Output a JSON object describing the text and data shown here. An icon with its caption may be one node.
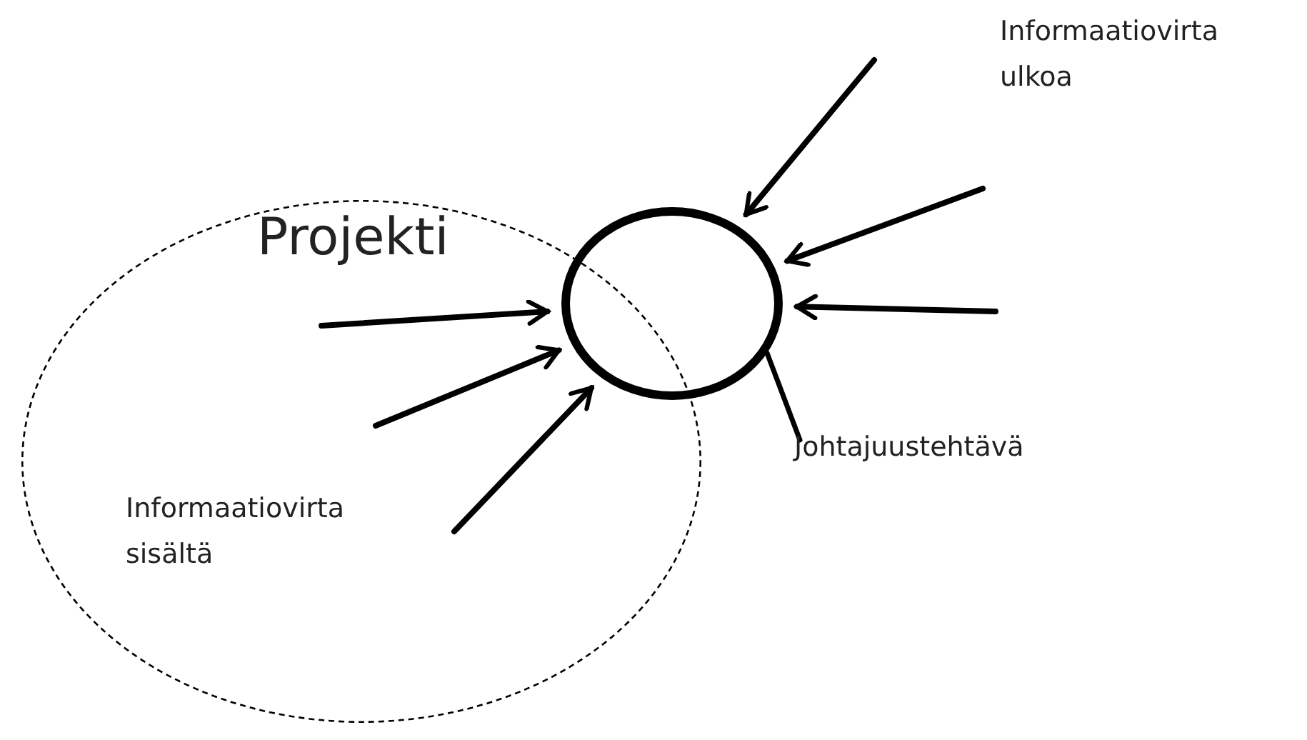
{
  "diagram": {
    "nodes": [
      {
        "text": [
          "Projekti"
        ]
      },
      {
        "text": [],
        "shape": "circle"
      },
      {
        "text": [
          "Johtajuustehtävä"
        ]
      }
    ],
    "edges": [
      {
        "from": null,
        "to": 1,
        "arrow": "to"
      },
      {
        "from": null,
        "to": 1,
        "arrow": "to"
      },
      {
        "from": null,
        "to": 1,
        "arrow": "to"
      },
      {
        "from": 0,
        "to": 1,
        "arrow": "to"
      },
      {
        "from": 0,
        "to": 1,
        "arrow": "to"
      },
      {
        "from": 0,
        "to": 1,
        "arrow": "to"
      },
      {
        "from": 1,
        "to": 2,
        "arrow": "none"
      }
    ],
    "labels": [
      "Informaatiovirta ulkoa",
      "Informaatiovirta sisältä"
    ]
  }
}
